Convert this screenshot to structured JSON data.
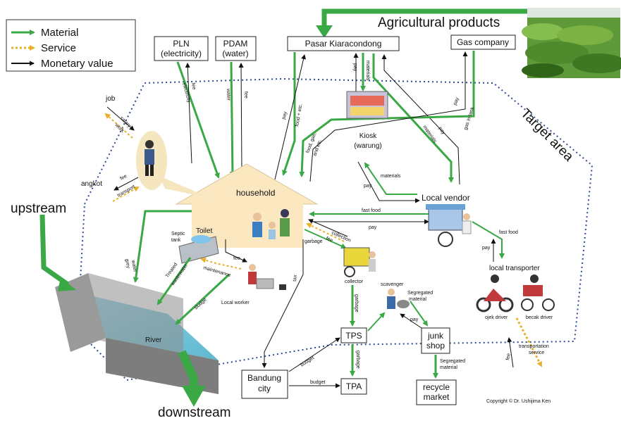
{
  "legend": {
    "items": [
      {
        "label": "Material",
        "color": "#3aa845"
      },
      {
        "label": "Service",
        "color": "#e8b02a"
      },
      {
        "label": "Monetary value",
        "color": "#000000"
      }
    ]
  },
  "headline": {
    "agricultural_products": "Agricultural products"
  },
  "boxes": {
    "pln_line1": "PLN",
    "pln_line2": "(electricity)",
    "pdam_line1": "PDAM",
    "pdam_line2": "(water)",
    "pasar": "Pasar Kiaracondong",
    "gas": "Gas company",
    "tps": "TPS",
    "tpa": "TPA",
    "bandung_line1": "Bandung",
    "bandung_line2": "city",
    "junk_line1": "junk",
    "junk_line2": "shop",
    "recycle_line1": "recycle",
    "recycle_line2": "market"
  },
  "places": {
    "household": "household",
    "toilet": "Toilet",
    "septic_line1": "Septic",
    "septic_line2": "tank",
    "river": "River",
    "kiosk_line1": "Kiosk",
    "kiosk_line2": "(warung)",
    "local_vendor": "Local vendor",
    "local_worker": "Local worker",
    "collector": "collector",
    "scavenger": "scavenger",
    "local_transporter": "local transporter",
    "ojek_driver": "ojek driver",
    "becak_driver": "becak driver",
    "job": "job",
    "angkot": "angkot",
    "target_area": "Target area",
    "upstream": "upstream",
    "downstream": "downstream",
    "copyright": "Copyright © Dr. Ushijima Ken"
  },
  "flow_labels": {
    "electricity": "electricity",
    "fee_pln": "fee",
    "water": "water",
    "fee_pdam": "fee",
    "pay_pasar": "pay",
    "materials_pasar": "materials",
    "pay_food": "pay",
    "food_etc": "food + etc.",
    "food_gas_etc_1": "food, gas,",
    "food_gas_etc_2": "and etc.",
    "pay_gas": "pay",
    "gas_in_tank": "gas in tank",
    "materials_vendor": "materials",
    "pay_vendor_kiosk": "pay",
    "materials_kiosk": "materials",
    "pay_kiosk": "pay",
    "fast_food": "fast food",
    "pay_fastfood": "pay",
    "collection": "collection",
    "fee_collection": "fee",
    "garbage": "garbage",
    "fee_worker": "fee",
    "maintenance": "maintenance",
    "grey_water_1": "grey",
    "grey_water_2": "water",
    "treated_1": "Treated",
    "treated_2": "wastewater",
    "sludge": "sludge",
    "tax": "tax",
    "garbage_tps": "garbage",
    "garbage_tpa": "garbage",
    "budget_1": "budget",
    "budget_2": "budget",
    "segregated_1": "Segregated",
    "segregated_2": "material",
    "pay_scavenger": "pay",
    "segregated_3": "Segregated",
    "segregated_4": "material",
    "fast_food_transporter": "fast food",
    "pay_transporter": "pay",
    "transportation_1": "transportation",
    "transportation_2": "service",
    "fee_transport": "fee",
    "salary": "salary",
    "work": "work",
    "fee_angkot": "fee",
    "transport": "transport"
  }
}
